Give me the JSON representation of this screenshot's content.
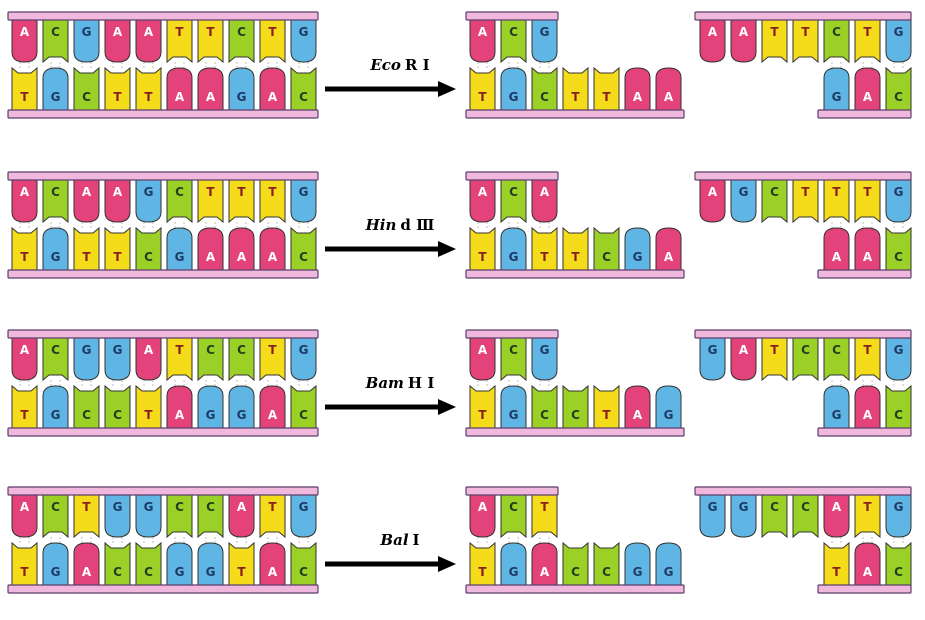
{
  "colors": {
    "A": "#e3427a",
    "T": "#f5dc1a",
    "C": "#9bd126",
    "G": "#5fb6e4",
    "letter_A": "#ffffff",
    "letter_T": "#8a1f1f",
    "letter_C": "#1f3f1f",
    "letter_G": "#1e3a66",
    "rail_fill": "#f0b8dc",
    "rail_stroke": "#5b3f6b",
    "arrow": "#000000",
    "h_bond": "#c8c8c8"
  },
  "rows": [
    {
      "enzyme": {
        "italic": "Eco",
        "roman": "R Ⅰ"
      },
      "original": {
        "top": "ACGAATTCTG",
        "bottom": "TGCTTAAGAC"
      },
      "left_fragment": {
        "top": "ACG",
        "bottom": "TGCTTAA"
      },
      "right_fragment": {
        "top": "AATTCTG",
        "bottom": "GAC"
      }
    },
    {
      "enzyme": {
        "italic": "Hin",
        "roman": "d Ⅲ"
      },
      "original": {
        "top": "ACAAGCTTTG",
        "bottom": "TGTTCGAAAC"
      },
      "left_fragment": {
        "top": "ACA",
        "bottom": "TGTTCGA"
      },
      "right_fragment": {
        "top": "AGCTTTG",
        "bottom": "AAC"
      }
    },
    {
      "enzyme": {
        "italic": "Bam",
        "roman": "H Ⅰ"
      },
      "original": {
        "top": "ACGGATCCTG",
        "bottom": "TGCCTAGGAC"
      },
      "left_fragment": {
        "top": "ACG",
        "bottom": "TGCCTAG"
      },
      "right_fragment": {
        "top": "GATCCTG",
        "bottom": "GAC"
      }
    },
    {
      "enzyme": {
        "italic": "Bal",
        "roman": "Ⅰ"
      },
      "original": {
        "top": "ACTGGCCATG",
        "bottom": "TGACCGGTAC"
      },
      "left_fragment": {
        "top": "ACT",
        "bottom": "TGACCGG"
      },
      "right_fragment": {
        "top": "GGCCATG",
        "bottom": "TAC"
      }
    }
  ]
}
